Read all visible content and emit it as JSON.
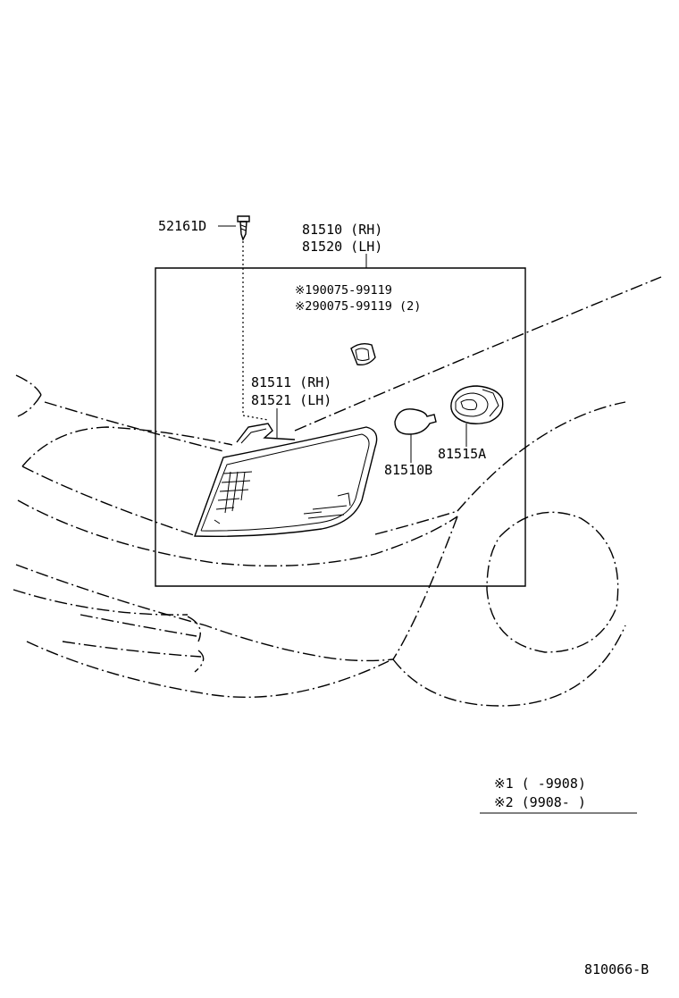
{
  "labels": {
    "screw": "52161D",
    "assy_rh": "81510 (RH)",
    "assy_lh": "81520 (LH)",
    "socket_1": "※190075-99119",
    "socket_2": "※290075-99119 (2)",
    "lens_rh": "81511 (RH)",
    "lens_lh": "81521 (LH)",
    "bulb": "81510B",
    "bulb_socket": "81515A",
    "footnote_1": "※1 (      -9908)",
    "footnote_2": "※2 (9908-      )",
    "diagram_code": "810066-B"
  }
}
